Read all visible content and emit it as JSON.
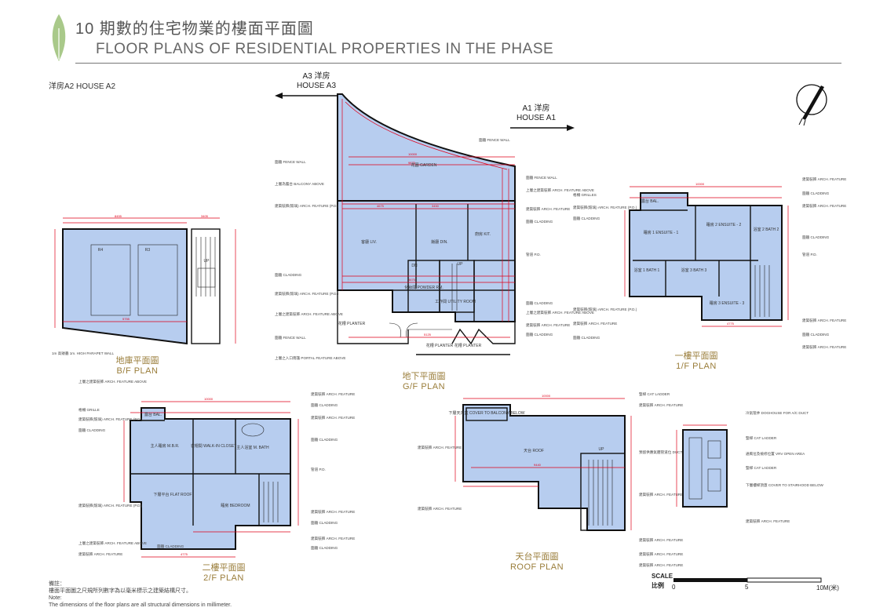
{
  "header": {
    "title_zh": "10 期數的住宅物業的樓面平面圖",
    "title_en": "FLOOR PLANS OF RESIDENTIAL PROPERTIES IN THE PHASE"
  },
  "house_label": "洋房A2 HOUSE A2",
  "neighbours": {
    "a3_zh": "A3 洋房",
    "a3_en": "HOUSE A3",
    "a1_zh": "A1 洋房",
    "a1_en": "HOUSE A1"
  },
  "plans": {
    "bf": {
      "zh": "地庫平面圖",
      "en": "B/F PLAN"
    },
    "gf": {
      "zh": "地下平面圖",
      "en": "G/F PLAN"
    },
    "f1": {
      "zh": "一樓平面圖",
      "en": "1/F PLAN"
    },
    "f2": {
      "zh": "二樓平面圖",
      "en": "2/F PLAN"
    },
    "roof": {
      "zh": "天台平面圖",
      "en": "ROOF PLAN"
    }
  },
  "rooms": {
    "bf": [
      "R4",
      "R3",
      "UP"
    ],
    "gf": [
      "花園 GARDEN",
      "客廳 LIV.",
      "飯廳 DIN.",
      "廚房 KIT.",
      "化妝間 POWDER RM.",
      "工作間 UTILITY ROOM",
      "花槽 PLANTER",
      "花槽 PLANTER",
      "花槽 PLANTER",
      "UP",
      "DN"
    ],
    "f1": [
      "露台 BAL.",
      "睡房 1 ENSUITE - 1",
      "睡房 2 ENSUITE - 2",
      "浴室 2 BATH 2",
      "浴室 1 BATH 1",
      "浴室 3 BATH 3",
      "睡房 3 ENSUITE - 3"
    ],
    "f2": [
      "露台 BAL.",
      "主人睡房 M.B.R.",
      "衣帽間 WALK-IN CLOSET",
      "主人浴室 M. BATH",
      "睡房 BEDROOM",
      "下層平台 FLAT ROOF"
    ],
    "roof": [
      "天台 ROOF",
      "下層天井蓋 COVER TO BALCONY BELOW",
      "UP"
    ]
  },
  "gf_left_tags": [
    "圍牆 FENCE WALL",
    "上層為露台 BALCONY ABOVE",
    "建築裝飾(玻璃) ARCH. FEATURE (P.D.)",
    "圍牆 CLADDING",
    "建築裝飾(玻璃) ARCH. FEATURE (P.D.)",
    "上層之建築裝飾 ARCH. FEATURE ABOVE",
    "圍牆 FENCE WALL",
    "上層之入口雨篷 PORTAL FEATURE ABOVE"
  ],
  "gf_right_tags": [
    "圍牆 FENCE WALL",
    "圍牆 FENCE WALL",
    "上層之建築裝飾 ARCH. FEATURE ABOVE",
    "建築裝飾 ARCH. FEATURE",
    "圍牆 CLADDING",
    "管道 P.D.",
    "圍牆 CLADDING",
    "上層之建築裝飾 ARCH. FEATURE ABOVE",
    "建築裝飾 ARCH. FEATURE",
    "圍牆 CLADDING"
  ],
  "f1_left_tags": [
    "格柵 GRILLES",
    "建築裝飾(玻璃) ARCH. FEATURE (P.D.)",
    "圍牆 CLADDING",
    "建築裝飾(玻璃) ARCH. FEATURE (P.D.)",
    "建築裝飾 ARCH. FEATURE",
    "圍牆 CLADDING"
  ],
  "f1_right_tags": [
    "建築裝飾 ARCH. FEATURE",
    "圍牆 CLADDING",
    "建築裝飾 ARCH. FEATURE",
    "圍牆 CLADDING",
    "管道 P.D.",
    "建築裝飾 ARCH. FEATURE",
    "圍牆 CLADDING",
    "建築裝飾 ARCH. FEATURE"
  ],
  "f2_left_tags": [
    "上層之建築裝飾 ARCH. FEATURE ABOVE",
    "格柵 GRILLE",
    "建築裝飾(玻璃) ARCH. FEATURE (P.D.)",
    "圍牆 CLADDING",
    "建築裝飾(玻璃) ARCH. FEATURE (P.D.)",
    "上層之建築裝飾 ARCH. FEATURE ABOVE",
    "建築裝飾 ARCH. FEATURE",
    "圍牆 CLADDING"
  ],
  "f2_right_tags": [
    "建築裝飾 ARCH. FEATURE",
    "圍牆 CLADDING",
    "建築裝飾 ARCH. FEATURE",
    "圍牆 CLADDING",
    "管道 P.D.",
    "建築裝飾 ARCH. FEATURE",
    "圍牆 CLADDING",
    "建築裝飾 ARCH. FEATURE",
    "圍牆 CLADDING"
  ],
  "roof_left_tags": [
    "建築裝飾 ARCH. FEATURE",
    "建築裝飾 ARCH. FEATURE"
  ],
  "roof_right_tags": [
    "豎梯 CAT LADDER",
    "建築裝飾 ARCH. FEATURE",
    "預留供應氣體管道位 DUCT SPACE FOR TOWN GAS",
    "建築裝飾 ARCH. FEATURE",
    "建築裝飾 ARCH. FEATURE",
    "建築裝飾 ARCH. FEATURE",
    "建築裝飾 ARCH. FEATURE"
  ],
  "roof_detail_tags": [
    "冷氣管井 DOGHOUSE FOR A/C DUCT",
    "豎梯 CAT LADDER",
    "通風位及檢修位置 VRV OPEN AREA",
    "豎梯 CAT LADDER",
    "下層樓梯頂蓋 COVER TO STAIRHOOD BELOW",
    "建築裝飾 ARCH. FEATURE"
  ],
  "bf_tag": "1m 高矮牆 1m. HIGH PARAPET WALL",
  "scale": {
    "label_en": "SCALE",
    "label_zh": "比例",
    "t0": "0",
    "t5": "5",
    "t10": "10M(米)"
  },
  "note": {
    "zh_label": "備註：",
    "zh": "樓面平面圖之尺規所列數字為以毫米標示之建築結構尺寸。",
    "en_label": "Note:",
    "en": "The dimensions of the floor plans are all structural dimensions in millimeter."
  },
  "colors": {
    "plan_fill": "#b7cdef",
    "dimension": "#e0001a",
    "title_gold": "#9a7d3a",
    "leaf": "#a9c98a"
  }
}
